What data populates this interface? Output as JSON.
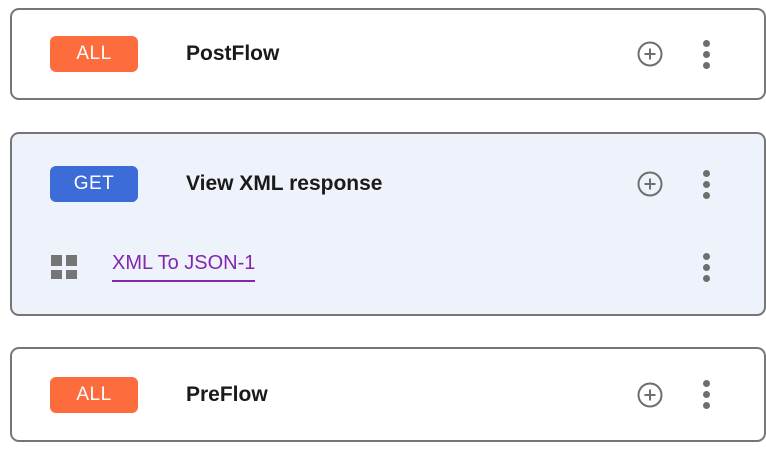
{
  "colors": {
    "method_all_bg": "#FC6C3D",
    "method_get_bg": "#3B6CD8",
    "selected_card_bg": "#EEF2FA",
    "card_border": "#767676",
    "icon_gray": "#6E6E6E",
    "link_purple": "#8227AF",
    "title_color": "#1A1A1A"
  },
  "icons": {
    "add": "add-circle-icon",
    "menu": "kebab-menu-icon",
    "drag": "drag-handle-icon"
  },
  "cards": [
    {
      "method": "ALL",
      "title": "PostFlow"
    },
    {
      "method": "GET",
      "title": "View XML response",
      "policies": [
        {
          "name": "XML To JSON-1"
        }
      ]
    },
    {
      "method": "ALL",
      "title": "PreFlow"
    }
  ]
}
